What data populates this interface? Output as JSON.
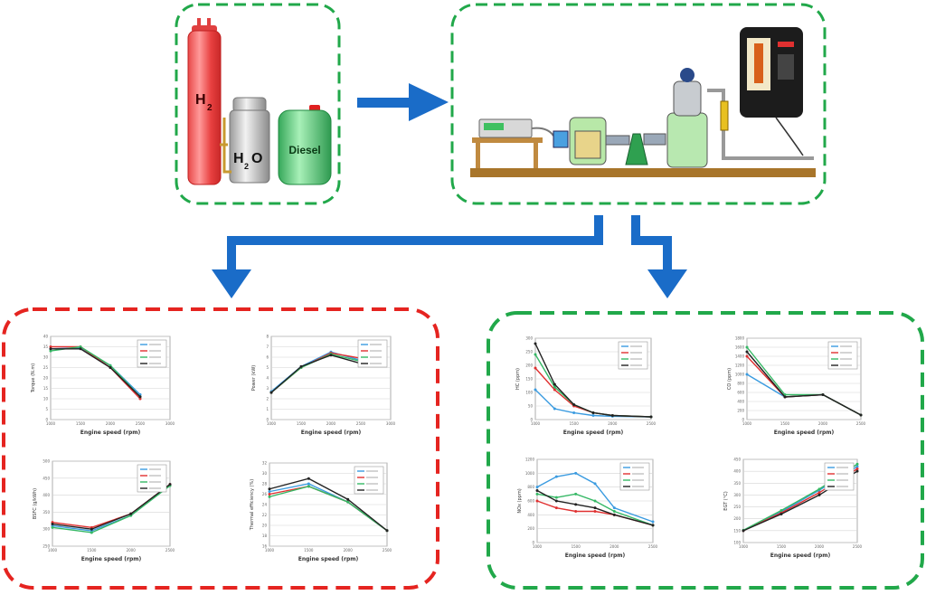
{
  "fuel_box": {
    "h2_main": "H",
    "h2_sub": "2",
    "h2o_h": "H",
    "h2o_sub": "2",
    "h2o_o": "O",
    "diesel_label": "Diesel"
  },
  "colors": {
    "green_border": "#21a84a",
    "red_border": "#e52420",
    "arrow_blue": "#1a6cc8",
    "series": [
      "#3a9be0",
      "#e03030",
      "#35b865",
      "#222222"
    ]
  },
  "icons": [
    "arrow-right-icon",
    "arrow-down-icon",
    "gas-cylinder-icon",
    "water-tank-icon",
    "diesel-tank-icon",
    "engine-dynamometer-icon",
    "gas-analyzer-icon"
  ],
  "chart_data": [
    {
      "id": "torque",
      "type": "line",
      "group": "performance",
      "ylabel": "Torque (N.m)",
      "xlabel": "Engine speed (rpm)",
      "xlim": [
        1000,
        3000
      ],
      "ylim": [
        0,
        40
      ],
      "yticks": [
        0,
        5,
        10,
        15,
        20,
        25,
        30,
        35,
        40
      ],
      "x": [
        1000,
        1500,
        2000,
        2500
      ],
      "series": [
        {
          "values": [
            34,
            34.5,
            26,
            12
          ]
        },
        {
          "values": [
            35,
            35,
            25,
            10
          ]
        },
        {
          "values": [
            33,
            35,
            26,
            11
          ]
        },
        {
          "values": [
            34,
            34,
            25,
            11
          ]
        }
      ]
    },
    {
      "id": "power",
      "type": "line",
      "group": "performance",
      "ylabel": "Power (kW)",
      "xlabel": "Engine speed (rpm)",
      "xlim": [
        1000,
        3000
      ],
      "ylim": [
        0,
        8
      ],
      "yticks": [
        0,
        1,
        2,
        3,
        4,
        5,
        6,
        7,
        8
      ],
      "x": [
        1000,
        1500,
        2000,
        2500
      ],
      "series": [
        {
          "values": [
            2.7,
            5.1,
            6.5,
            5.7
          ]
        },
        {
          "values": [
            2.6,
            5.0,
            6.4,
            5.9
          ]
        },
        {
          "values": [
            2.6,
            5.0,
            6.3,
            5.6
          ]
        },
        {
          "values": [
            2.6,
            5.1,
            6.2,
            5.4
          ]
        }
      ]
    },
    {
      "id": "bsfc",
      "type": "line",
      "group": "performance",
      "ylabel": "BSFC (g/kWh)",
      "xlabel": "Engine speed (rpm)",
      "xlim": [
        1000,
        2500
      ],
      "ylim": [
        250,
        500
      ],
      "yticks": [
        250,
        300,
        350,
        400,
        450,
        500
      ],
      "x": [
        1000,
        1500,
        2000,
        2500
      ],
      "series": [
        {
          "values": [
            310,
            295,
            340,
            430
          ]
        },
        {
          "values": [
            320,
            305,
            345,
            432
          ]
        },
        {
          "values": [
            305,
            290,
            340,
            428
          ]
        },
        {
          "values": [
            315,
            300,
            345,
            432
          ]
        }
      ]
    },
    {
      "id": "thermal_efficiency",
      "type": "line",
      "group": "performance",
      "ylabel": "Thermal efficiency (%)",
      "xlabel": "Engine speed (rpm)",
      "xlim": [
        1000,
        2500
      ],
      "ylim": [
        16,
        32
      ],
      "yticks": [
        16,
        18,
        20,
        22,
        24,
        26,
        28,
        30,
        32
      ],
      "x": [
        1000,
        1500,
        2000,
        2500
      ],
      "series": [
        {
          "values": [
            26.5,
            28,
            24.5,
            19
          ]
        },
        {
          "values": [
            26,
            27.5,
            24.5,
            19
          ]
        },
        {
          "values": [
            25.5,
            27.5,
            24.5,
            19
          ]
        },
        {
          "values": [
            27,
            29,
            25,
            19
          ]
        }
      ]
    },
    {
      "id": "hc",
      "type": "line",
      "group": "emissions",
      "ylabel": "HC (ppm)",
      "xlabel": "Engine speed (rpm)",
      "xlim": [
        1000,
        2500
      ],
      "ylim": [
        0,
        300
      ],
      "yticks": [
        0,
        50,
        100,
        150,
        200,
        250,
        300
      ],
      "x": [
        1000,
        1250,
        1500,
        1750,
        2000,
        2500
      ],
      "series": [
        {
          "values": [
            110,
            40,
            25,
            15,
            12,
            10
          ]
        },
        {
          "values": [
            190,
            110,
            50,
            25,
            15,
            10
          ]
        },
        {
          "values": [
            240,
            120,
            55,
            25,
            15,
            10
          ]
        },
        {
          "values": [
            280,
            130,
            55,
            25,
            15,
            10
          ]
        }
      ]
    },
    {
      "id": "co",
      "type": "line",
      "group": "emissions",
      "ylabel": "CO (ppm)",
      "xlabel": "Engine speed (rpm)",
      "xlim": [
        1000,
        2500
      ],
      "ylim": [
        0,
        1800
      ],
      "yticks": [
        0,
        200,
        400,
        600,
        800,
        1000,
        1200,
        1400,
        1600,
        1800
      ],
      "x": [
        1000,
        1500,
        2000,
        2500
      ],
      "series": [
        {
          "values": [
            1000,
            500,
            550,
            100
          ]
        },
        {
          "values": [
            1400,
            500,
            550,
            100
          ]
        },
        {
          "values": [
            1600,
            550,
            550,
            100
          ]
        },
        {
          "values": [
            1500,
            500,
            550,
            100
          ]
        }
      ]
    },
    {
      "id": "nox",
      "type": "line",
      "group": "emissions",
      "ylabel": "NOx (ppm)",
      "xlabel": "Engine speed (rpm)",
      "xlim": [
        1000,
        2500
      ],
      "ylim": [
        0,
        1200
      ],
      "yticks": [
        0,
        200,
        400,
        600,
        800,
        1000,
        1200
      ],
      "x": [
        1000,
        1250,
        1500,
        1750,
        2000,
        2500
      ],
      "series": [
        {
          "values": [
            800,
            950,
            1000,
            850,
            500,
            300
          ]
        },
        {
          "values": [
            600,
            500,
            450,
            450,
            400,
            250
          ]
        },
        {
          "values": [
            700,
            650,
            700,
            600,
            450,
            250
          ]
        },
        {
          "values": [
            750,
            600,
            550,
            500,
            400,
            250
          ]
        }
      ]
    },
    {
      "id": "egt",
      "type": "line",
      "group": "emissions",
      "ylabel": "EGT (°C)",
      "xlabel": "Engine speed (rpm)",
      "xlim": [
        1000,
        2500
      ],
      "ylim": [
        100,
        450
      ],
      "yticks": [
        100,
        150,
        200,
        250,
        300,
        350,
        400,
        450
      ],
      "x": [
        1000,
        1500,
        2000,
        2500
      ],
      "series": [
        {
          "values": [
            150,
            230,
            320,
            420
          ]
        },
        {
          "values": [
            150,
            225,
            310,
            410
          ]
        },
        {
          "values": [
            152,
            235,
            325,
            430
          ]
        },
        {
          "values": [
            150,
            220,
            300,
            400
          ]
        }
      ]
    }
  ]
}
